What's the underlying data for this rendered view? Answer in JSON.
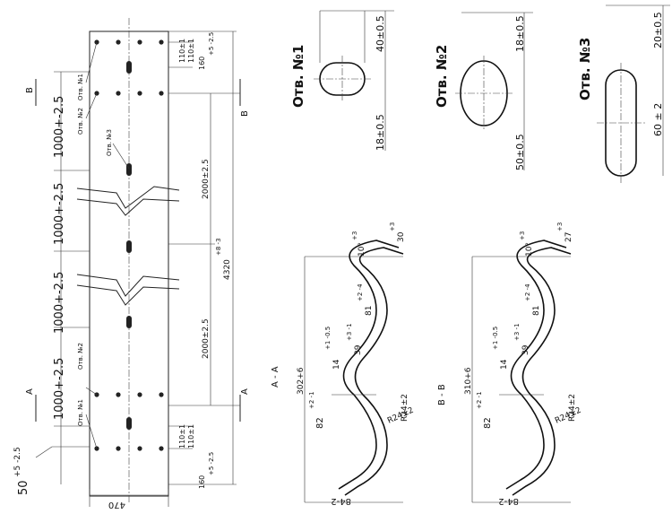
{
  "plan": {
    "overall_length": "4320",
    "overall_length_tol": "+8 -3",
    "width": "470",
    "segment_dims": [
      "1000+-2.5",
      "1000+-2.5",
      "1000+-2.5",
      "1000+-2.5"
    ],
    "end_offset": "50",
    "end_offset_tol": "+5 -2.5",
    "span_dim": "2000±2.5",
    "pitch_dim": "110±1",
    "end_span_dim": "160",
    "end_span_tol": "+5 -2.5",
    "hole_labels": [
      "Отв. №1",
      "Отв. №2",
      "Отв. №3"
    ],
    "section_a": "A",
    "section_b": "B"
  },
  "holes": [
    {
      "title": "Отв. №1",
      "dim1": "40±0.5",
      "dim2": "18±0.5"
    },
    {
      "title": "Отв. №2",
      "dim1": "18±0.5",
      "dim2": "50±0.5"
    },
    {
      "title": "Отв. №3",
      "dim1": "20±0.5",
      "dim2": "60 ± 2"
    }
  ],
  "sections": [
    {
      "title": "A - A",
      "height": "302+6",
      "depth": "82",
      "depth_tol": "+2 -1",
      "bottom": "84-2",
      "angle1": "10°",
      "angle1_tol": "+3",
      "angle2": "30",
      "angle2_tol": "+3",
      "r1": "R24±2",
      "r2": "R24±2",
      "d14": "14",
      "d14_tol": "+1 -0.5",
      "d39": "39",
      "d39_tol": "+3 -1",
      "d81": "81",
      "d81_tol": "+2 -4"
    },
    {
      "title": "B - B",
      "height": "310+6",
      "depth": "82",
      "depth_tol": "+2 -1",
      "bottom": "84-2",
      "angle1": "10°",
      "angle1_tol": "+3",
      "angle2": "27",
      "angle2_tol": "+3",
      "r1": "R24±2",
      "r2": "R24±2",
      "d14": "14",
      "d14_tol": "+1 -0.5",
      "d39": "39",
      "d39_tol": "+3 -1",
      "d81": "81",
      "d81_tol": "+2 -4"
    }
  ]
}
